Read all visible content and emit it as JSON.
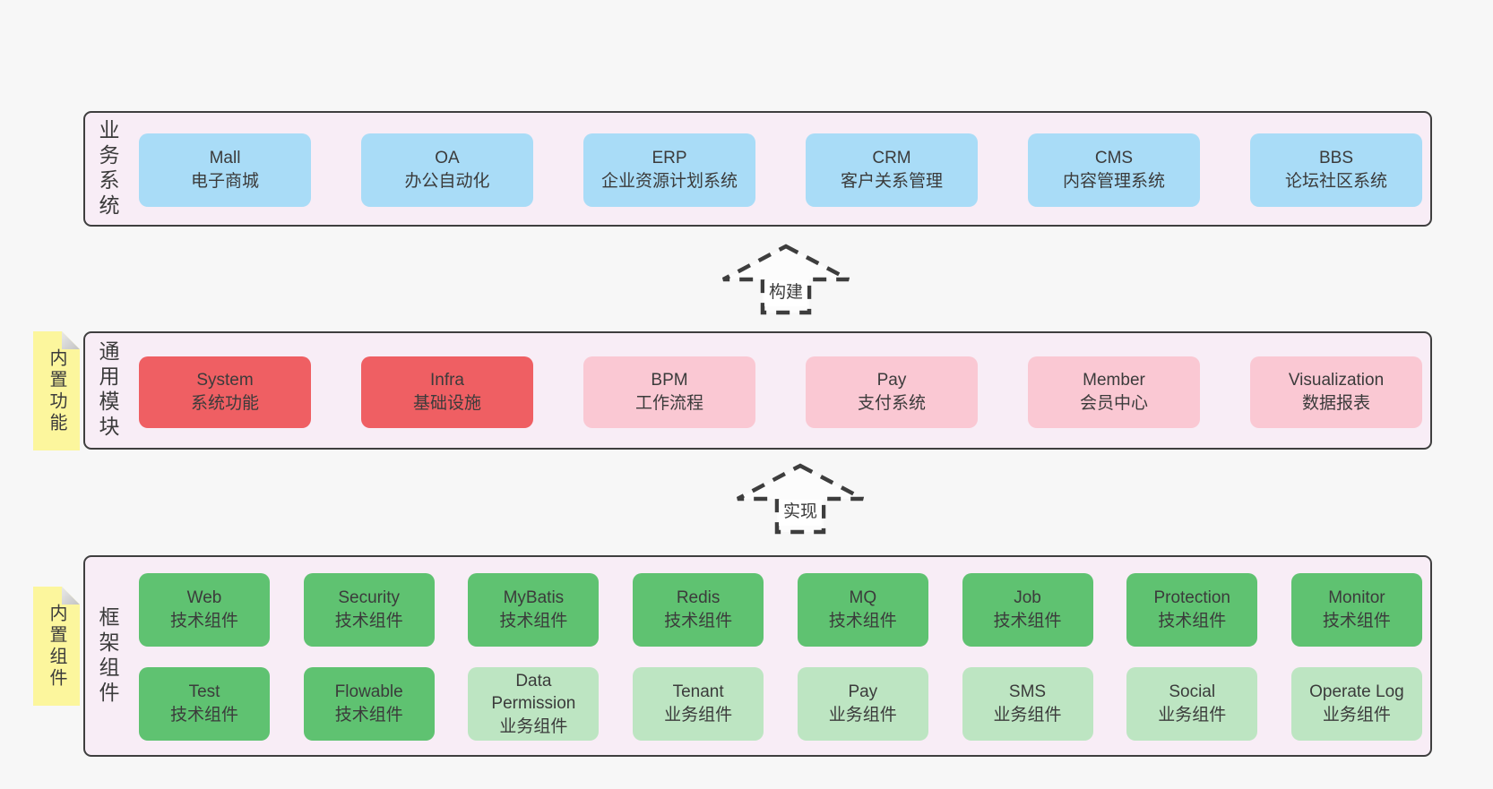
{
  "colors": {
    "page_bg": "#f7f7f7",
    "panel_bg": "#f8edf6",
    "panel_border": "#3f3f3f",
    "blue": "#a9dcf7",
    "red": "#ef5f63",
    "pink": "#fac8d3",
    "green": "#5fc271",
    "green_light": "#bde5c2",
    "yellow": "#fcf69d",
    "text": "#3b3b3b",
    "arrow": "#3d3d3d"
  },
  "diagram": {
    "arrows": [
      {
        "label": "构建"
      },
      {
        "label": "实现"
      }
    ],
    "sections": [
      {
        "label": "业务系统",
        "boxes": [
          {
            "title": "Mall",
            "subtitle": "电子商城",
            "variant": "blue"
          },
          {
            "title": "OA",
            "subtitle": "办公自动化",
            "variant": "blue"
          },
          {
            "title": "ERP",
            "subtitle": "企业资源计划系统",
            "variant": "blue"
          },
          {
            "title": "CRM",
            "subtitle": "客户关系管理",
            "variant": "blue"
          },
          {
            "title": "CMS",
            "subtitle": "内容管理系统",
            "variant": "blue"
          },
          {
            "title": "BBS",
            "subtitle": "论坛社区系统",
            "variant": "blue"
          }
        ]
      },
      {
        "label": "通用模块",
        "sticky": "内置功能",
        "boxes": [
          {
            "title": "System",
            "subtitle": "系统功能",
            "variant": "red"
          },
          {
            "title": "Infra",
            "subtitle": "基础设施",
            "variant": "red"
          },
          {
            "title": "BPM",
            "subtitle": "工作流程",
            "variant": "pink"
          },
          {
            "title": "Pay",
            "subtitle": "支付系统",
            "variant": "pink"
          },
          {
            "title": "Member",
            "subtitle": "会员中心",
            "variant": "pink"
          },
          {
            "title": "Visualization",
            "subtitle": "数据报表",
            "variant": "pink"
          }
        ]
      },
      {
        "label": "框架组件",
        "sticky": "内置组件",
        "rows": [
          [
            {
              "title": "Web",
              "subtitle": "技术组件",
              "variant": "green"
            },
            {
              "title": "Security",
              "subtitle": "技术组件",
              "variant": "green"
            },
            {
              "title": "MyBatis",
              "subtitle": "技术组件",
              "variant": "green"
            },
            {
              "title": "Redis",
              "subtitle": "技术组件",
              "variant": "green"
            },
            {
              "title": "MQ",
              "subtitle": "技术组件",
              "variant": "green"
            },
            {
              "title": "Job",
              "subtitle": "技术组件",
              "variant": "green"
            },
            {
              "title": "Protection",
              "subtitle": "技术组件",
              "variant": "green"
            },
            {
              "title": "Monitor",
              "subtitle": "技术组件",
              "variant": "green"
            }
          ],
          [
            {
              "title": "Test",
              "subtitle": "技术组件",
              "variant": "green"
            },
            {
              "title": "Flowable",
              "subtitle": "技术组件",
              "variant": "green"
            },
            {
              "title": "Data Permission",
              "subtitle": "业务组件",
              "variant": "green-light"
            },
            {
              "title": "Tenant",
              "subtitle": "业务组件",
              "variant": "green-light"
            },
            {
              "title": "Pay",
              "subtitle": "业务组件",
              "variant": "green-light"
            },
            {
              "title": "SMS",
              "subtitle": "业务组件",
              "variant": "green-light"
            },
            {
              "title": "Social",
              "subtitle": "业务组件",
              "variant": "green-light"
            },
            {
              "title": "Operate Log",
              "subtitle": "业务组件",
              "variant": "green-light"
            }
          ]
        ]
      }
    ]
  }
}
